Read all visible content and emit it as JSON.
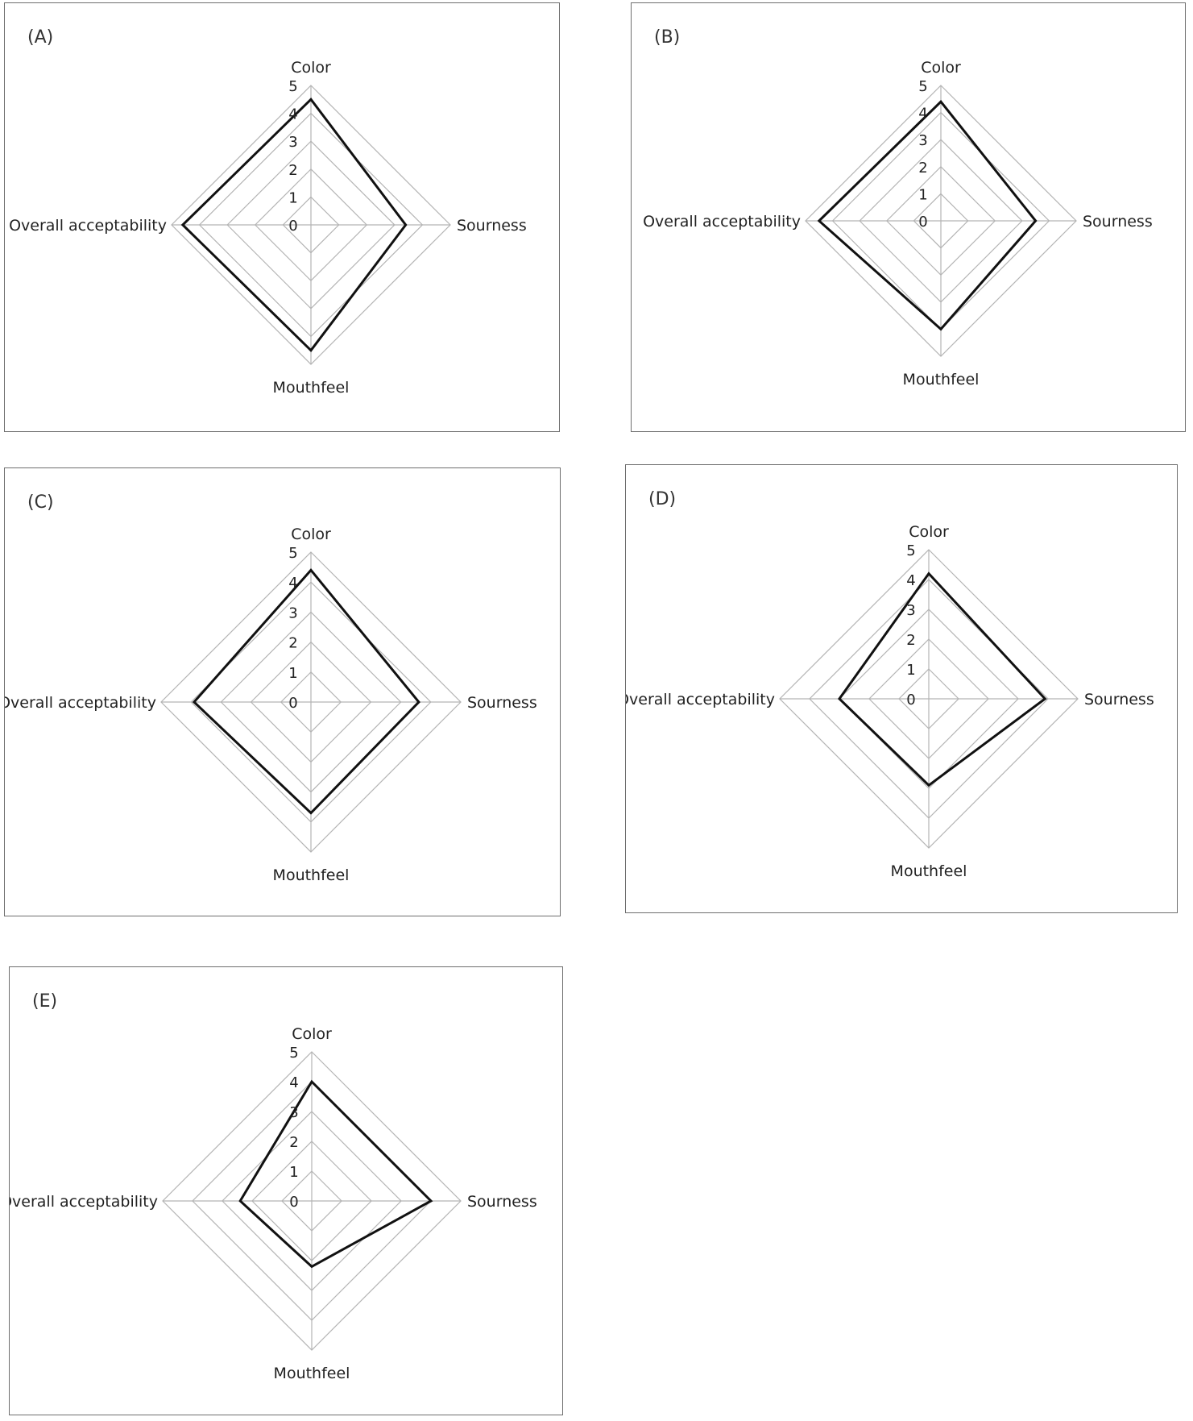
{
  "chart_data": [
    {
      "type": "radar",
      "panel_label": "(A)",
      "axes": [
        "Color",
        "Sourness",
        "Mouthfeel",
        "Overall acceptability"
      ],
      "tick_labels": [
        "0",
        "1",
        "2",
        "3",
        "4",
        "5"
      ],
      "rmax": 5,
      "values": [
        4.5,
        3.4,
        4.5,
        4.6
      ],
      "grid": true
    },
    {
      "type": "radar",
      "panel_label": "(B)",
      "axes": [
        "Color",
        "Sourness",
        "Mouthfeel",
        "Overall acceptability"
      ],
      "tick_labels": [
        "0",
        "1",
        "2",
        "3",
        "4",
        "5"
      ],
      "rmax": 5,
      "values": [
        4.4,
        3.5,
        4.0,
        4.5
      ],
      "grid": true
    },
    {
      "type": "radar",
      "panel_label": "(C)",
      "axes": [
        "Color",
        "Sourness",
        "Mouthfeel",
        "Overall acceptability"
      ],
      "tick_labels": [
        "0",
        "1",
        "2",
        "3",
        "4",
        "5"
      ],
      "rmax": 5,
      "values": [
        4.4,
        3.6,
        3.7,
        3.9
      ],
      "grid": true
    },
    {
      "type": "radar",
      "panel_label": "(D)",
      "axes": [
        "Color",
        "Sourness",
        "Mouthfeel",
        "Overall acceptability"
      ],
      "tick_labels": [
        "0",
        "1",
        "2",
        "3",
        "4",
        "5"
      ],
      "rmax": 5,
      "values": [
        4.2,
        3.9,
        2.9,
        3.0
      ],
      "grid": true
    },
    {
      "type": "radar",
      "panel_label": "(E)",
      "axes": [
        "Color",
        "Sourness",
        "Mouthfeel",
        "Overall acceptability"
      ],
      "tick_labels": [
        "0",
        "1",
        "2",
        "3",
        "4",
        "5"
      ],
      "rmax": 5,
      "values": [
        4.0,
        4.0,
        2.2,
        2.4
      ],
      "grid": true
    }
  ],
  "colors": {
    "grid": "#b4b4b4",
    "series": "#111111",
    "border": "#6e6e6e"
  }
}
